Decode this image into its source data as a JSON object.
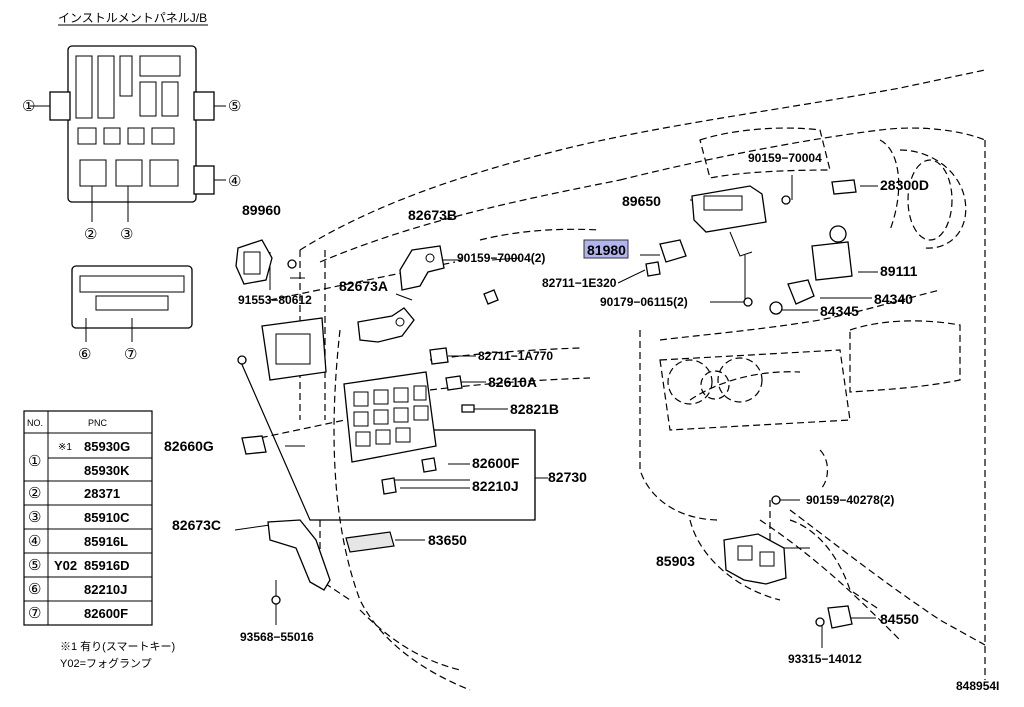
{
  "inset_title": "インストルメントパネルJ/B",
  "inset_markers": [
    "①",
    "②",
    "③",
    "④",
    "⑤",
    "⑥",
    "⑦"
  ],
  "table": {
    "header": [
      "NO.",
      "PNC"
    ],
    "rows": [
      {
        "no": "①",
        "note": "※1",
        "pnc": "85930G"
      },
      {
        "no": "",
        "note": "",
        "pnc": "85930K"
      },
      {
        "no": "②",
        "note": "",
        "pnc": "28371"
      },
      {
        "no": "③",
        "note": "",
        "pnc": "85910C"
      },
      {
        "no": "④",
        "note": "",
        "pnc": "85916L"
      },
      {
        "no": "⑤",
        "note": "Y02",
        "pnc": "85916D"
      },
      {
        "no": "⑥",
        "note": "",
        "pnc": "82210J"
      },
      {
        "no": "⑦",
        "note": "",
        "pnc": "82600F"
      }
    ]
  },
  "footnotes": [
    "※1 有り(スマートキー)",
    "Y02=フォグランプ"
  ],
  "parts": {
    "p89960": "89960",
    "p91553": "91553−80612",
    "p82673B": "82673B",
    "p82673A": "82673A",
    "p90159a": "90159−70004(2)",
    "p81980": "81980",
    "p82711_1E320": "82711−1E320",
    "p89650": "89650",
    "p90159b": "90159−70004",
    "p28300D": "28300D",
    "p89111": "89111",
    "p90179": "90179−06115(2)",
    "p84340": "84340",
    "p84345": "84345",
    "p82711_1A770": "82711−1A770",
    "p82610A": "82610A",
    "p82821B": "82821B",
    "p82660G": "82660G",
    "p82600F": "82600F",
    "p82210J": "82210J",
    "p82730": "82730",
    "p82673C": "82673C",
    "p83650": "83650",
    "p90159c": "90159−40278(2)",
    "p85903": "85903",
    "p84550": "84550",
    "p93568": "93568−55016",
    "p93315": "93315−14012"
  },
  "diagram_id": "848954I",
  "highlight_color": "#b3b3f0"
}
